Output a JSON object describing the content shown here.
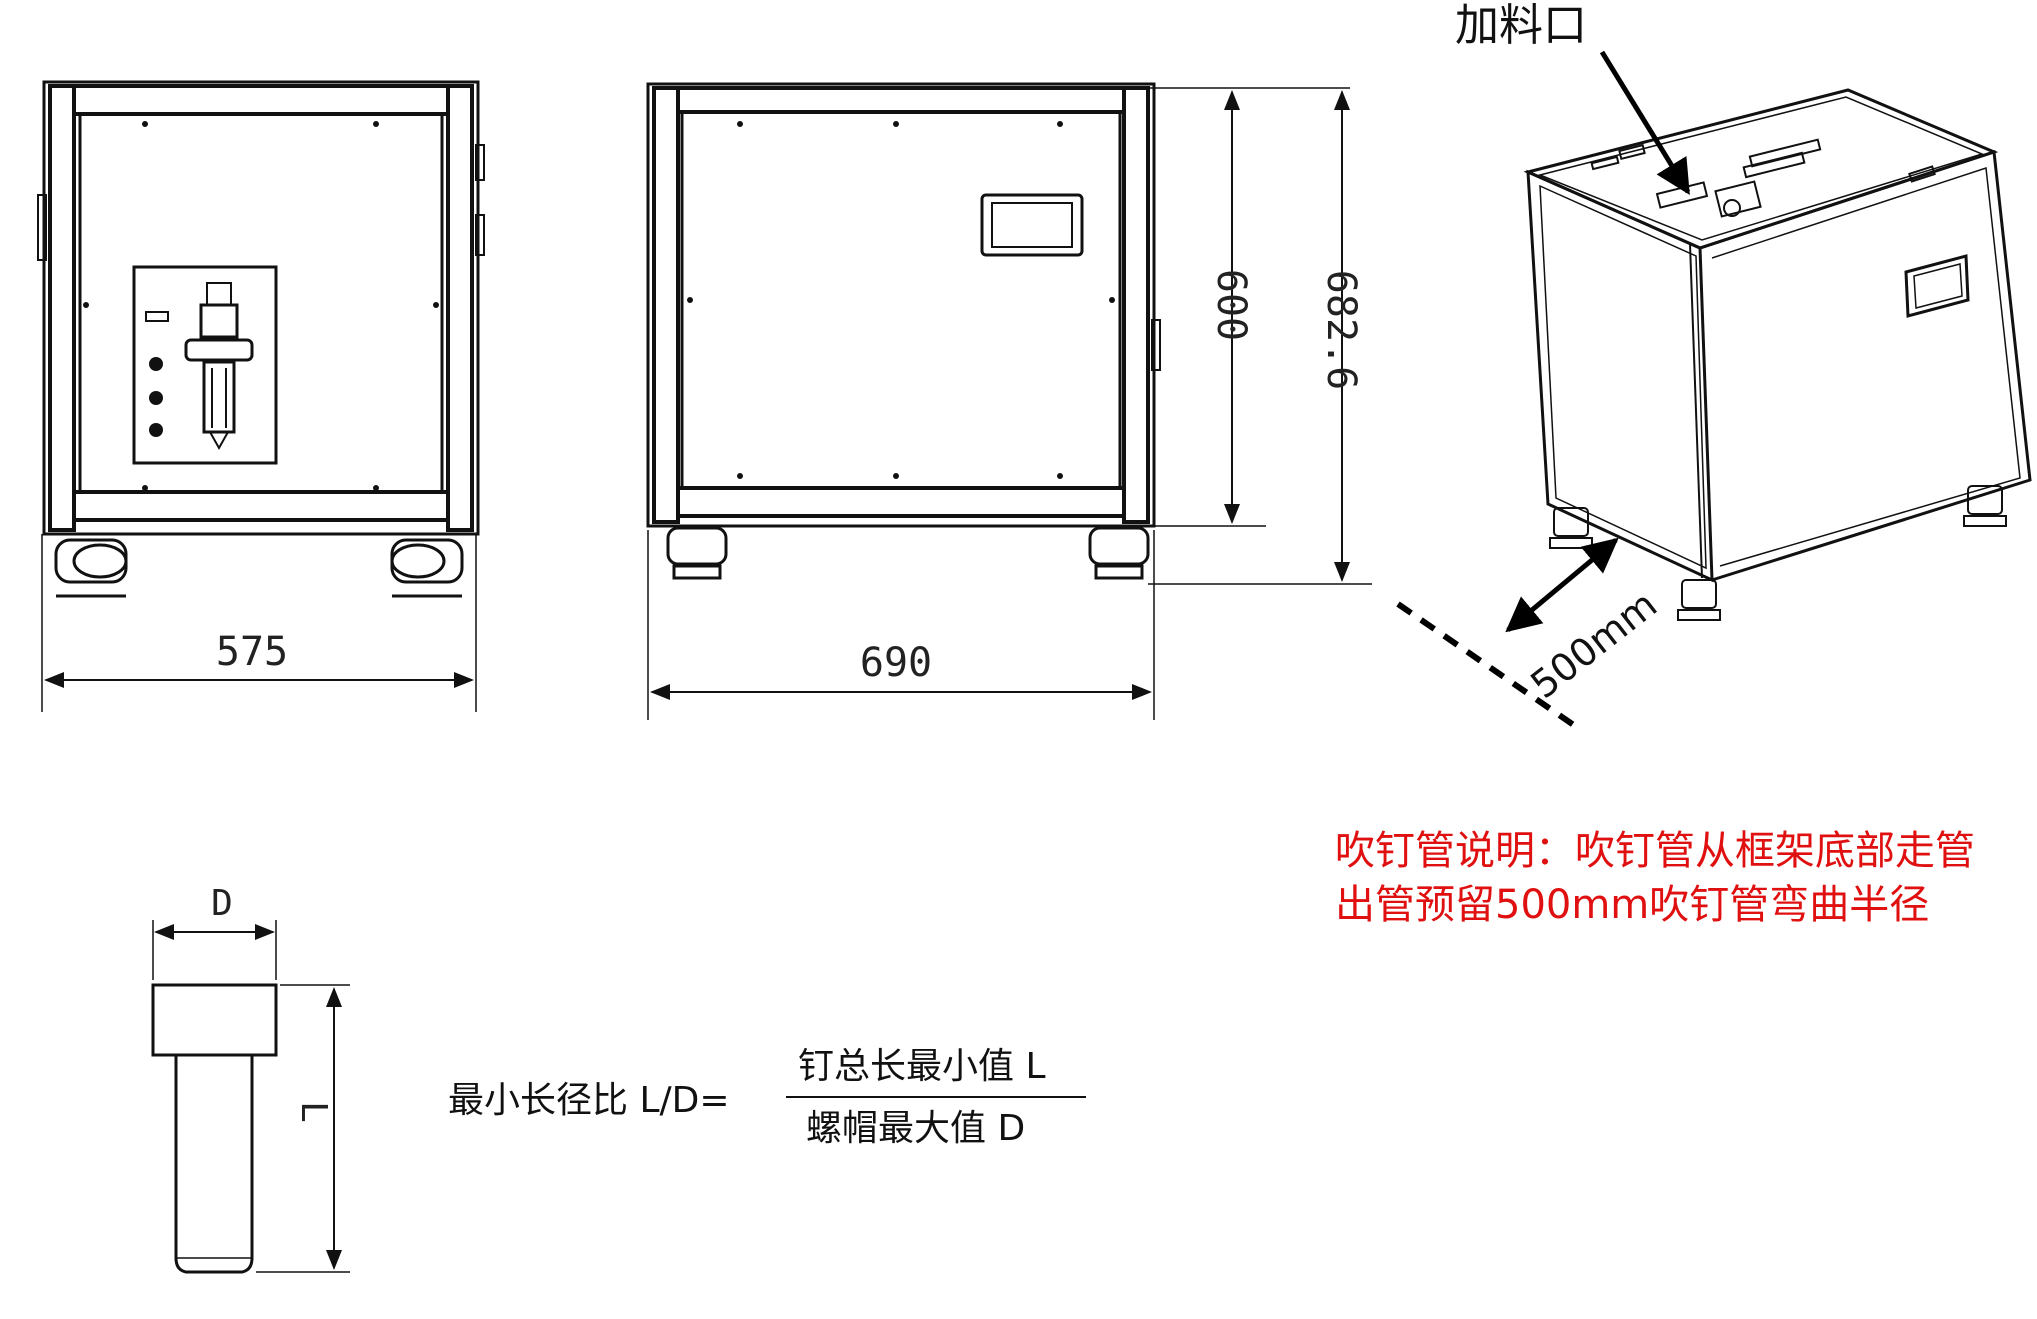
{
  "front_view": {
    "width_label": "575"
  },
  "side_view": {
    "width_label": "690",
    "frame_height_label": "600",
    "total_height_label": "682.6"
  },
  "iso_view": {
    "feed_port_label": "加料口",
    "clearance_label": "500mm"
  },
  "note": {
    "line1": "吹钉管说明：吹钉管从框架底部走管",
    "line2": "出管预留500mm吹钉管弯曲半径",
    "color": "#e01010"
  },
  "nail": {
    "diameter_label": "D",
    "length_label": "L",
    "ratio_prefix": "最小长径比 L/D=",
    "numerator": "钉总长最小值 L",
    "denominator": "螺帽最大值 D"
  }
}
